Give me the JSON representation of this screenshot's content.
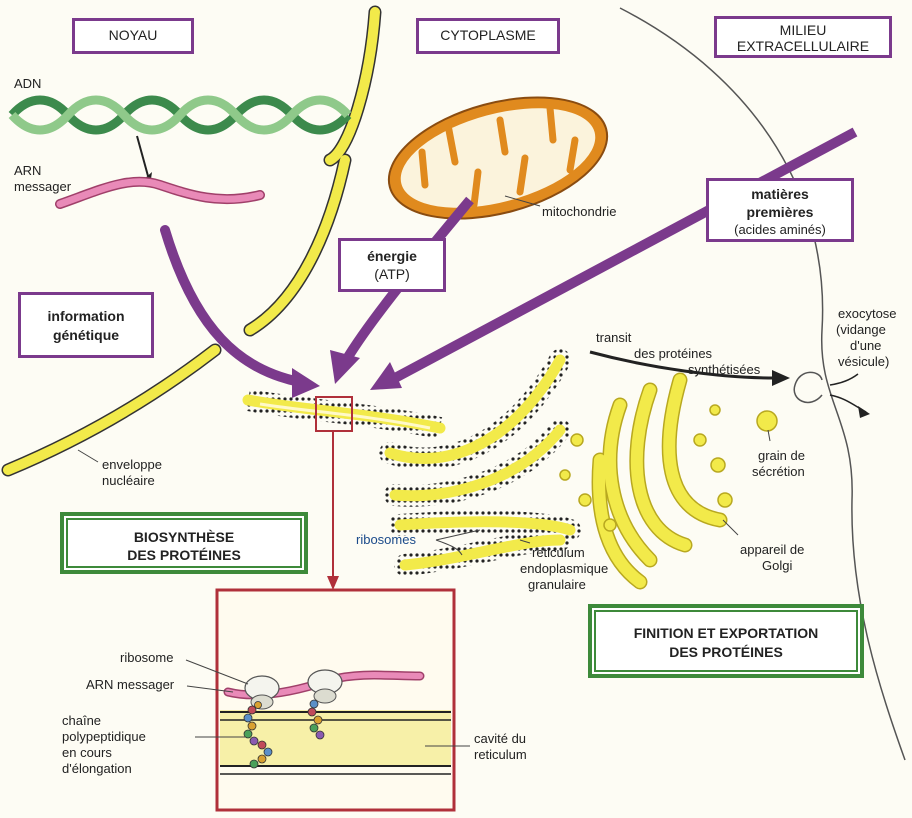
{
  "headers": {
    "noyau": "NOYAU",
    "cytoplasme": "CYTOPLASME",
    "milieu_1": "MILIEU",
    "milieu_2": "EXTRACELLULAIRE"
  },
  "labels": {
    "adn": "ADN",
    "arn_messager_1": "ARN",
    "arn_messager_2": "messager",
    "mitochondrie": "mitochondrie",
    "enveloppe_1": "enveloppe",
    "enveloppe_2": "nucléaire",
    "ribosomes": "ribosomes",
    "reticulum_1": "reticulum",
    "reticulum_2": "endoplasmique",
    "reticulum_3": "granulaire",
    "golgi_1": "appareil de",
    "golgi_2": "Golgi",
    "grain_1": "grain de",
    "grain_2": "sécrétion",
    "transit_1": "transit",
    "transit_2": "des protéines",
    "transit_3": "synthétisées",
    "exocytose_1": "exocytose",
    "exocytose_2": "(vidange",
    "exocytose_3": "d'une",
    "exocytose_4": "vésicule)",
    "ribosome_detail": "ribosome",
    "arn_detail": "ARN messager",
    "chaine_1": "chaîne",
    "chaine_2": "polypeptidique",
    "chaine_3": "en cours",
    "chaine_4": "d'élongation",
    "cavite_1": "cavité du",
    "cavite_2": "reticulum"
  },
  "boxes": {
    "energie_1": "énergie",
    "energie_2": "(ATP)",
    "matieres_1": "matières",
    "matieres_2": "premières",
    "matieres_3": "(acides aminés)",
    "info_1": "information",
    "info_2": "génétique",
    "biosynthese_1": "BIOSYNTHÈSE",
    "biosynthese_2": "DES PROTÉINES",
    "finition_1": "FINITION ET EXPORTATION",
    "finition_2": "DES PROTÉINES"
  },
  "colors": {
    "purple": "#7b3a8c",
    "green": "#3d8a3a",
    "yellow": "#f2ea4a",
    "pink": "#e98ab8",
    "orange": "#e08a1e",
    "red": "#b0303a"
  }
}
